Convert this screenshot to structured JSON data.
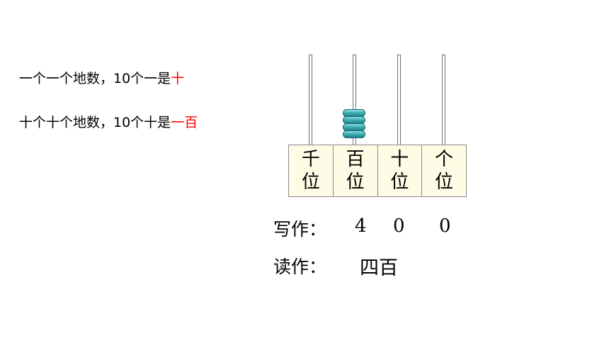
{
  "lines": [
    {
      "text": "一个一个地数，10个一是",
      "highlight": "十"
    },
    {
      "text": "十个十个地数，10个十是",
      "highlight": "一百"
    }
  ],
  "place_labels": [
    {
      "top": "千",
      "bottom": "位"
    },
    {
      "top": "百",
      "bottom": "位"
    },
    {
      "top": "十",
      "bottom": "位"
    },
    {
      "top": "个",
      "bottom": "位"
    }
  ],
  "abacus": {
    "bead_color": "#3fb0b6",
    "bead_counts": [
      0,
      4,
      0,
      0
    ]
  },
  "write": {
    "label": "写作：",
    "digits": [
      "4",
      "0",
      "0"
    ]
  },
  "read": {
    "label": "读作：",
    "value": "四百"
  },
  "highlight_color": "#ff0000"
}
